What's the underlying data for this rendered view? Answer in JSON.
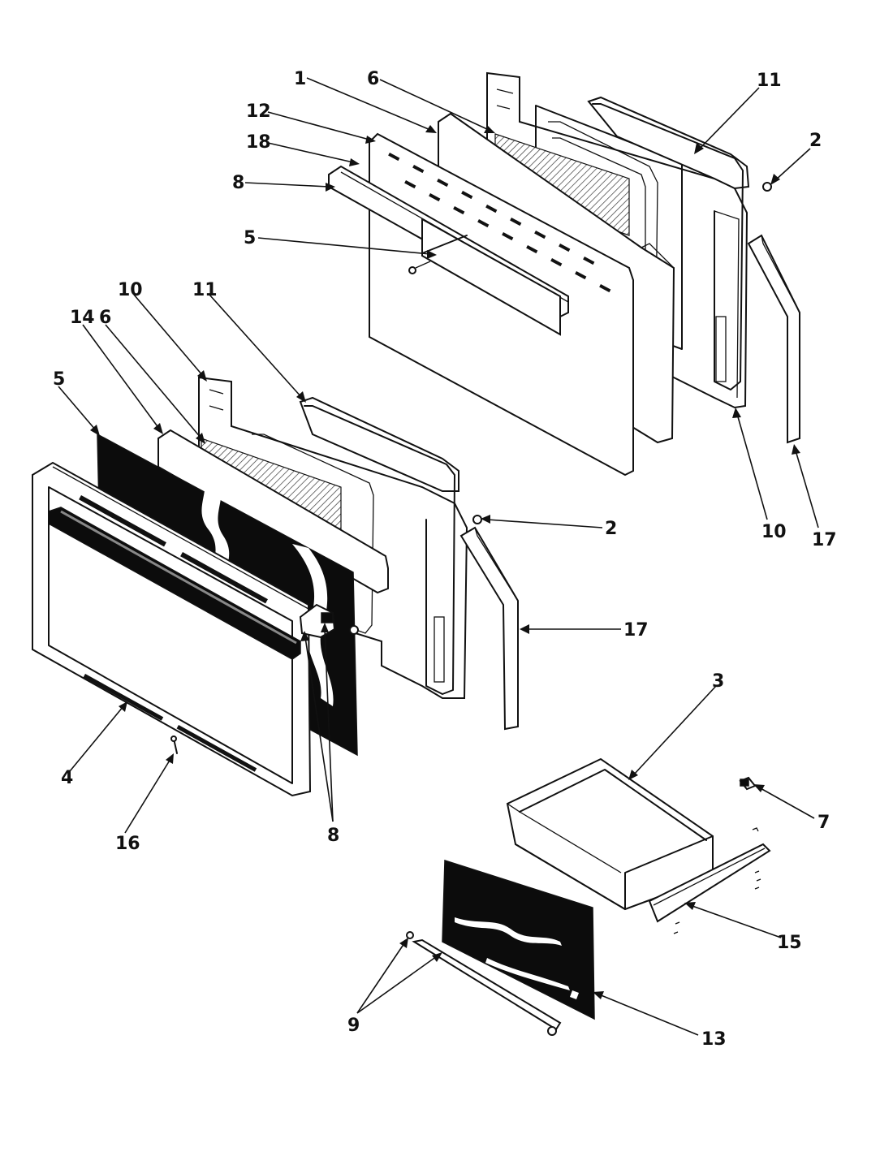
{
  "diagram": {
    "callouts": [
      {
        "id": "c1",
        "label": "1"
      },
      {
        "id": "c6a",
        "label": "6"
      },
      {
        "id": "c11a",
        "label": "11"
      },
      {
        "id": "c12",
        "label": "12"
      },
      {
        "id": "c18",
        "label": "18"
      },
      {
        "id": "c8a",
        "label": "8"
      },
      {
        "id": "c2a",
        "label": "2"
      },
      {
        "id": "c5a",
        "label": "5"
      },
      {
        "id": "c10a",
        "label": "10"
      },
      {
        "id": "c11b",
        "label": "11"
      },
      {
        "id": "c6b",
        "label": "6"
      },
      {
        "id": "c14",
        "label": "14"
      },
      {
        "id": "c5b",
        "label": "5"
      },
      {
        "id": "c2b",
        "label": "2"
      },
      {
        "id": "c10b",
        "label": "10"
      },
      {
        "id": "c17a",
        "label": "17"
      },
      {
        "id": "c17b",
        "label": "17"
      },
      {
        "id": "c3",
        "label": "3"
      },
      {
        "id": "c7",
        "label": "7"
      },
      {
        "id": "c4",
        "label": "4"
      },
      {
        "id": "c8b",
        "label": "8"
      },
      {
        "id": "c16",
        "label": "16"
      },
      {
        "id": "c15",
        "label": "15"
      },
      {
        "id": "c9",
        "label": "9"
      },
      {
        "id": "c13",
        "label": "13"
      }
    ]
  }
}
